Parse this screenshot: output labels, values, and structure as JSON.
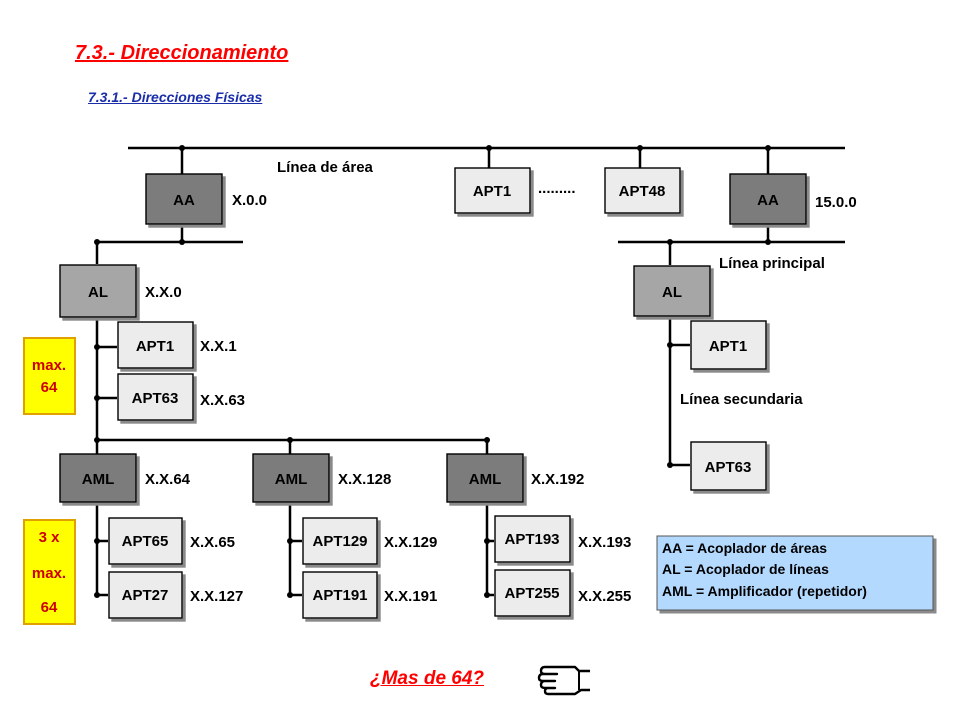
{
  "header": {
    "title": "7.3.- Direccionamiento",
    "subtitle": "7.3.1.- Direcciones Físicas"
  },
  "diagram": {
    "line_labels": {
      "area": "Línea de área",
      "main": "Línea principal",
      "secondary": "Línea secundaria"
    },
    "area_bus": {
      "couplers": [
        {
          "label": "AA",
          "address": "X.0.0"
        },
        {
          "label": "AA",
          "address": "15.0.0"
        }
      ],
      "devices": [
        {
          "label": "APT1"
        },
        {
          "label": "APT48"
        }
      ],
      "ellipsis": "........."
    },
    "left_main": {
      "line_coupler": {
        "label": "AL",
        "address": "X.X.0"
      },
      "devices": [
        {
          "label": "APT1",
          "address": "X.X.1"
        },
        {
          "label": "APT63",
          "address": "X.X.63"
        }
      ],
      "max_note": [
        "max.",
        "64"
      ]
    },
    "amplifiers": [
      {
        "label": "AML",
        "address": "X.X.64",
        "devices": [
          {
            "label": "APT65",
            "address": "X.X.65"
          },
          {
            "label": "APT27",
            "address": "X.X.127"
          }
        ]
      },
      {
        "label": "AML",
        "address": "X.X.128",
        "devices": [
          {
            "label": "APT129",
            "address": "X.X.129"
          },
          {
            "label": "APT191",
            "address": "X.X.191"
          }
        ]
      },
      {
        "label": "AML",
        "address": "X.X.192",
        "devices": [
          {
            "label": "APT193",
            "address": "X.X.193"
          },
          {
            "label": "APT255",
            "address": "X.X.255"
          }
        ]
      }
    ],
    "amp_note": [
      "3 x",
      "max.",
      "64"
    ],
    "right_branch": {
      "line_coupler": {
        "label": "AL"
      },
      "devices": [
        {
          "label": "APT1"
        },
        {
          "label": "APT63"
        }
      ]
    },
    "legend": [
      "AA = Acoplador de áreas",
      "AL = Acoplador de líneas",
      "AML = Amplificador (repetidor)"
    ],
    "colors": {
      "area_coupler": "#7c7c7c",
      "line_coupler": "#a6a6a6",
      "device": "#ececec",
      "note_fill": "#ffff00",
      "note_border": "#e0a000",
      "note_text": "#cc0000",
      "legend_fill": "#b3d9ff"
    }
  },
  "footer": {
    "question": "¿Mas de 64?",
    "pointer_icon": "pointing-hand-icon"
  }
}
